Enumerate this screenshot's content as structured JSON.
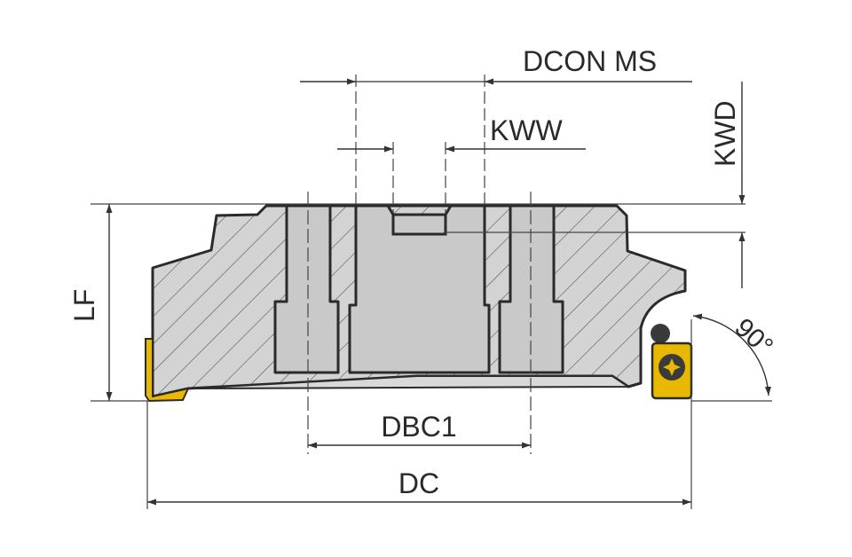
{
  "labels": {
    "dcon_ms": "DCON MS",
    "kww": "KWW",
    "kwd": "KWD",
    "lf": "LF",
    "dbc1": "DBC1",
    "dc": "DC",
    "angle": "90°"
  },
  "colors": {
    "body": "#d3d3d3",
    "bore": "#c9c9c9",
    "outline": "#2a2a2a",
    "insert": "#e9b800",
    "line": "#333333"
  }
}
